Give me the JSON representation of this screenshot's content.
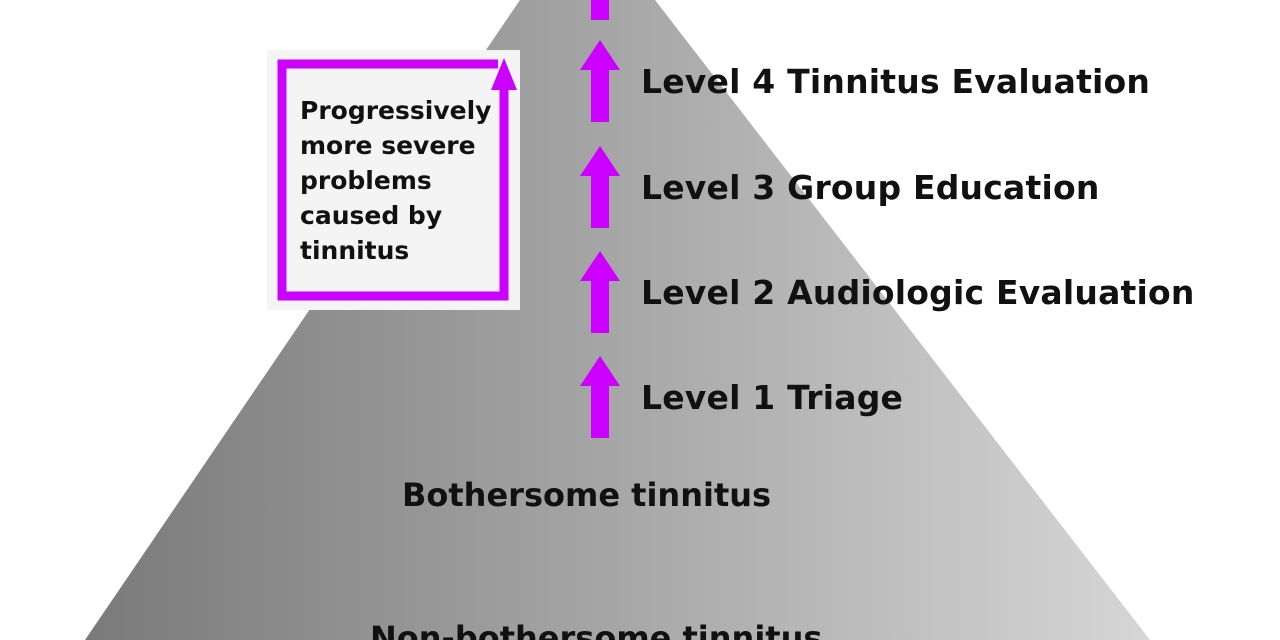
{
  "colors": {
    "accent": "#cc00ff",
    "pyramid_dark": "#7a7a7a",
    "pyramid_light": "#d6d6d6",
    "text": "#111111",
    "box_background": "#f4f4f4"
  },
  "levels": [
    {
      "label": "Level 4 Tinnitus Evaluation"
    },
    {
      "label": "Level 3 Group Education"
    },
    {
      "label": "Level 2 Audiologic Evaluation"
    },
    {
      "label": "Level 1 Triage"
    }
  ],
  "base": {
    "bothersome": "Bothersome tinnitus",
    "non_bothersome": "Non-bothersome tinnitus"
  },
  "side_box": {
    "lines": [
      "Progressively",
      "more severe",
      "problems",
      "caused by",
      "tinnitus"
    ]
  },
  "icons": {
    "level_arrow": "arrow-up-icon",
    "box_arrow": "arrow-up-icon"
  }
}
